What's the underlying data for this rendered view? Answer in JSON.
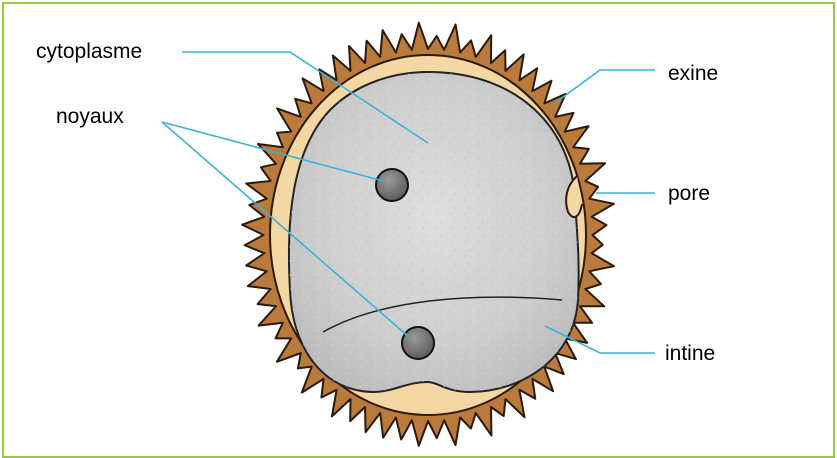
{
  "diagram": {
    "labels": {
      "cytoplasme": "cytoplasme",
      "noyaux": "noyaux",
      "exine": "exine",
      "pore": "pore",
      "intine": "intine"
    },
    "colors": {
      "frame": "#9bc53d",
      "leader_lines": "#3bb2d6",
      "exine": "#b97a3c",
      "intine": "#f5d7a4",
      "cytoplasm": "#cfcfcf",
      "nucleus": "#7a7a7a"
    }
  }
}
